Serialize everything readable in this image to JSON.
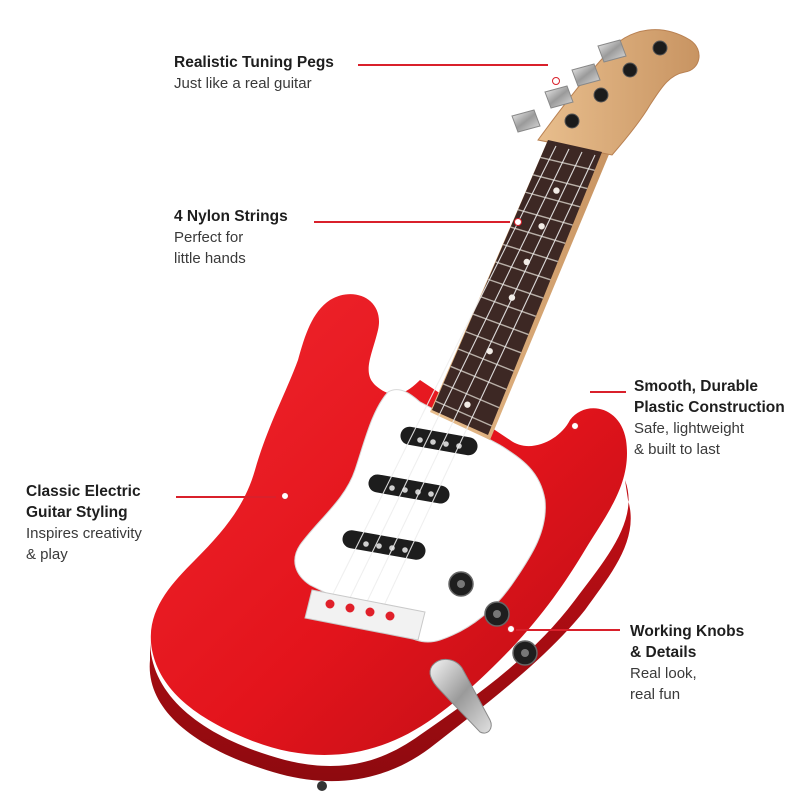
{
  "accent_color": "#d9202b",
  "product": {
    "name": "",
    "body_color": "#e4161e",
    "neck_color": "#d8a978",
    "fretboard_color": "#3e2a26"
  },
  "callouts": [
    {
      "id": "tuning-pegs",
      "title": "Realistic Tuning Pegs",
      "sub": "Just like a real guitar"
    },
    {
      "id": "strings",
      "title": "4 Nylon Strings",
      "sub1": "Perfect for",
      "sub2": "little hands"
    },
    {
      "id": "construction",
      "title1": "Smooth, Durable",
      "title2": "Plastic Construction",
      "sub1": "Safe, lightweight",
      "sub2": "& built to last"
    },
    {
      "id": "styling",
      "title1": "Classic Electric",
      "title2": "Guitar Styling",
      "sub1": "Inspires creativity",
      "sub2": "& play"
    },
    {
      "id": "knobs",
      "title1": "Working Knobs",
      "title2": "& Details",
      "sub1": "Real look,",
      "sub2": "real fun"
    }
  ]
}
